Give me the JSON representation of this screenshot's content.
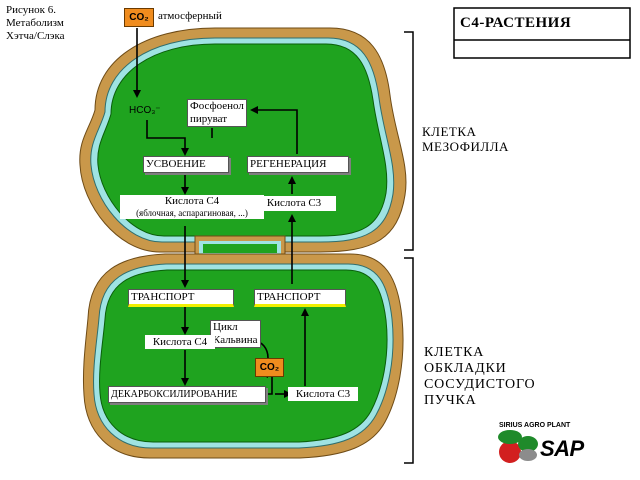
{
  "figure": {
    "caption_line1": "Рисунок 6.",
    "caption_line2": "Метаболизм",
    "caption_line3": "Хэтча/Слэка"
  },
  "title": "С4-РАСТЕНИЯ",
  "inputs": {
    "co2_top": "CO₂",
    "co2_top_desc": "атмосферный",
    "hco3": "HCO₃⁻"
  },
  "mesophyll": {
    "label_line1": "КЛЕТКА",
    "label_line2": "МЕЗОФИЛЛА",
    "pep_line1": "Фосфоенол",
    "pep_line2": "пируват",
    "assimilation": "УСВОЕНИЕ",
    "regeneration": "РЕГЕНЕРАЦИЯ",
    "acid_c4": "Кислота С4",
    "acid_c4_note": "(яблочная, аспарагиновая, ...)",
    "acid_c3": "Кислота С3"
  },
  "bundle_sheath": {
    "label_line1": "КЛЕТКА",
    "label_line2": "ОБКЛАДКИ",
    "label_line3": "СОСУДИСТОГО",
    "label_line4": "ПУЧКА",
    "transport_left": "ТРАНСПОРТ",
    "transport_right": "ТРАНСПОРТ",
    "calvin_line1": "Цикл",
    "calvin_line2": "Кальвина",
    "acid_c4": "Кислота С4",
    "co2": "CO₂",
    "decarboxylation": "ДЕКАРБОКСИЛИРОВАНИЕ",
    "acid_c3": "Кислота С3"
  },
  "logo": {
    "company": "SIRIUS AGRO PLANT",
    "abbr": "SAP"
  },
  "colors": {
    "cell_wall": "#c9984a",
    "membrane": "#9fe3e3",
    "cytoplasm": "#1fa31f",
    "co2_box": "#f08c1e",
    "highlight": "#f0f000"
  }
}
